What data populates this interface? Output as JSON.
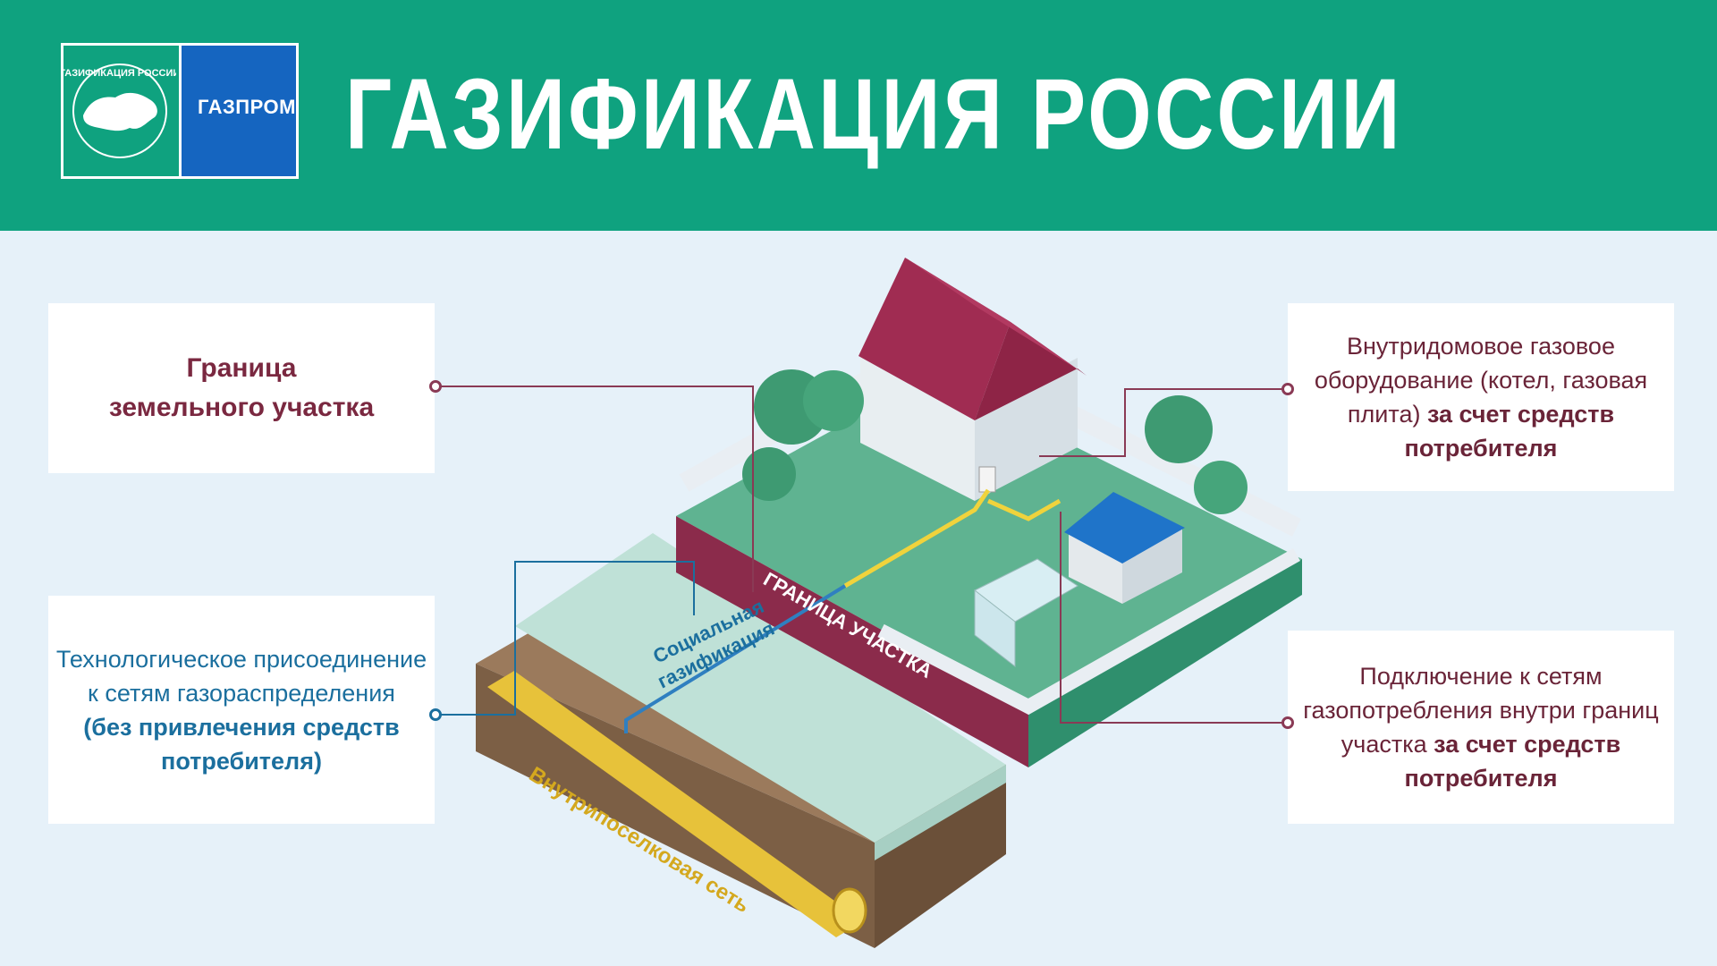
{
  "header": {
    "title": "ГАЗИФИКАЦИЯ РОССИИ",
    "logo_left_text": "ГАЗИФИКАЦИЯ РОССИИ",
    "logo_right_text": "ГАЗПРОМ"
  },
  "cards": {
    "plot_boundary": {
      "line1": "Граница",
      "line2": "земельного участка"
    },
    "tech_connection": {
      "line1": "Технологическое присоединение",
      "line2": "к сетям газораспределения",
      "bold1": "(без привлечения средств",
      "bold2": "потребителя)"
    },
    "indoor_equipment": {
      "line1": "Внутридомовое газовое",
      "line2": "оборудование (котел, газовая",
      "line3a": "плита) ",
      "bold1": "за счет средств",
      "bold2": "потребителя"
    },
    "connection_inside": {
      "line1": "Подключение к сетям",
      "line2": "газопотребления внутри границ",
      "line3a": "участка ",
      "bold1": "за счет средств",
      "bold2": "потребителя"
    }
  },
  "diagram_labels": {
    "social_gasification_1": "Социальная",
    "social_gasification_2": "газификация",
    "plot_boundary_strip": "ГРАНИЦА УЧАСТКА",
    "village_network": "Внутрипоселковая сеть"
  },
  "colors": {
    "header_green": "#0fa27f",
    "gazprom_blue": "#1565c0",
    "accent_maroon": "#7a2840",
    "accent_blue": "#1b6f9e",
    "background": "#e6f1f9"
  }
}
